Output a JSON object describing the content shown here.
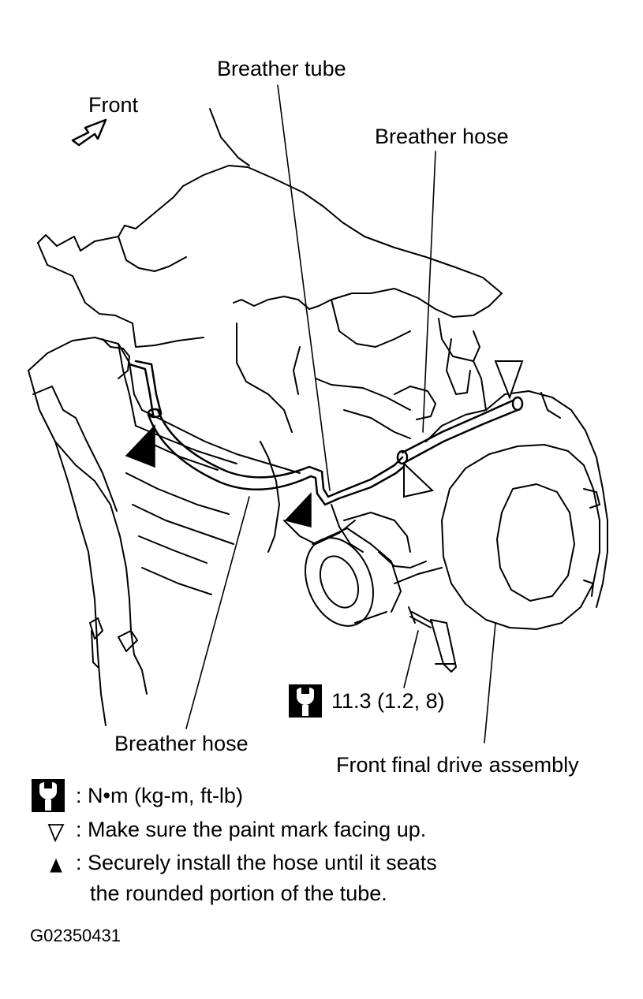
{
  "labels": {
    "front": "Front",
    "breather_tube": "Breather tube",
    "breather_hose_top": "Breather hose",
    "breather_hose_bottom": "Breather hose",
    "torque": "11.3 (1.2, 8)",
    "final_drive": "Front final drive assembly"
  },
  "legend": {
    "torque_unit": ": N•m (kg-m, ft-lb)",
    "paint_mark": ": Make sure the paint mark facing up.",
    "install_line1": ": Securely install the hose until it seats",
    "install_line2": "the rounded portion of the tube."
  },
  "figure_code": "G02350431",
  "icons": [
    "front-arrow-icon",
    "wrench-icon",
    "open-triangle-icon",
    "filled-triangle-icon"
  ],
  "colors": {
    "ink": "#000000",
    "paper": "#ffffff"
  }
}
